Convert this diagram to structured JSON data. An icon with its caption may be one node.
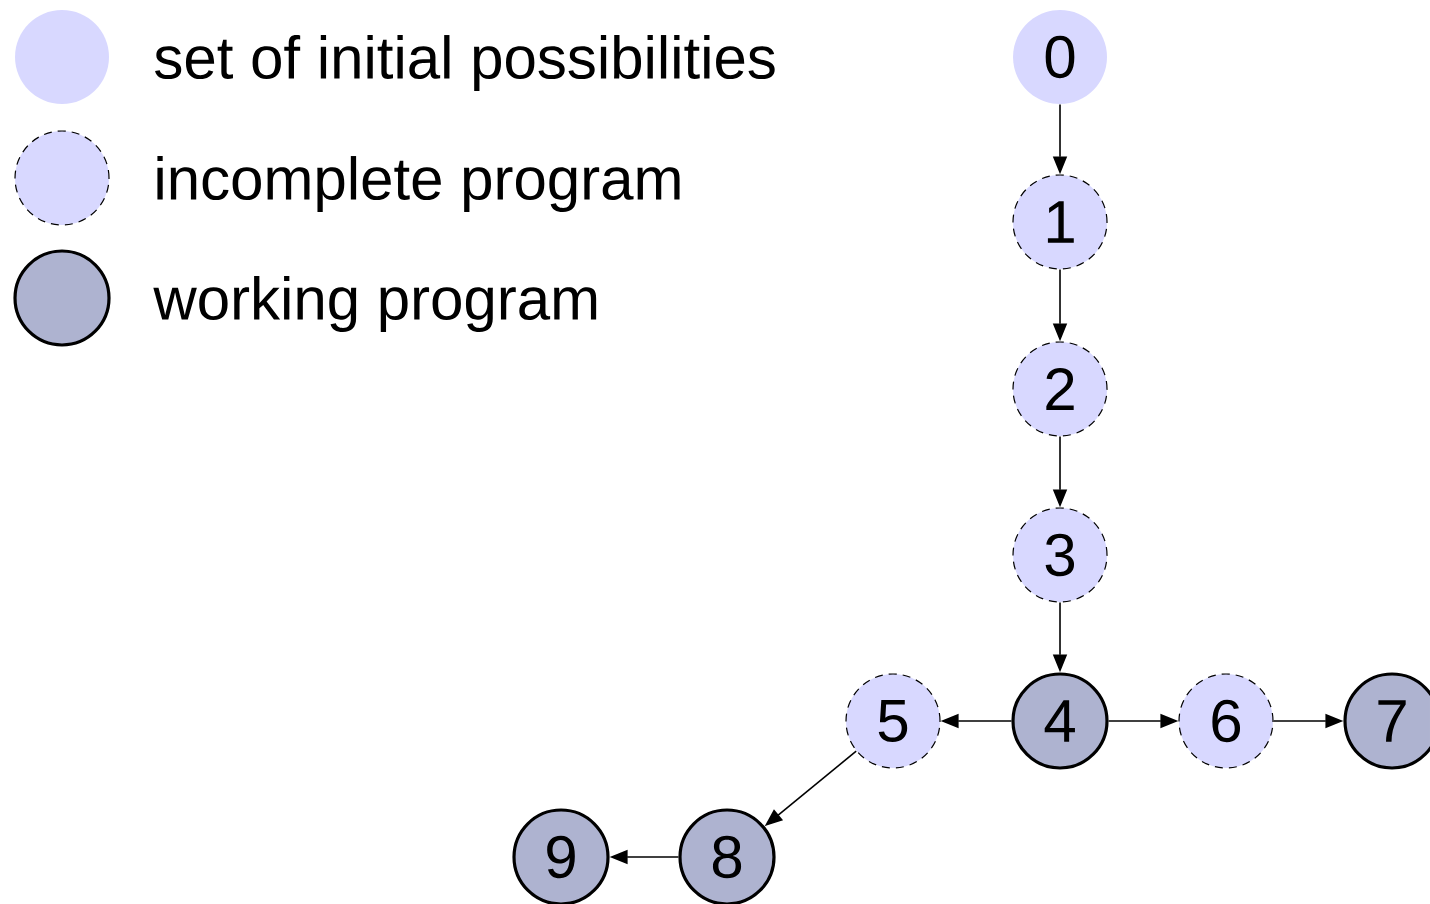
{
  "diagram": {
    "nodes": [
      {
        "text": [
          "0"
        ]
      },
      {
        "text": [
          "1"
        ]
      },
      {
        "text": [
          "2"
        ]
      },
      {
        "text": [
          "3"
        ]
      },
      {
        "text": [
          "4"
        ]
      },
      {
        "text": [
          "5"
        ]
      },
      {
        "text": [
          "6"
        ]
      },
      {
        "text": [
          "7"
        ]
      },
      {
        "text": [
          "8"
        ]
      },
      {
        "text": [
          "9"
        ]
      }
    ],
    "edges": [
      {
        "from": 0,
        "to": 1,
        "arrow": "to"
      },
      {
        "from": 1,
        "to": 2,
        "arrow": "to"
      },
      {
        "from": 2,
        "to": 3,
        "arrow": "to"
      },
      {
        "from": 3,
        "to": 4,
        "arrow": "to"
      },
      {
        "from": 4,
        "to": 5,
        "arrow": "to"
      },
      {
        "from": 4,
        "to": 6,
        "arrow": "to"
      },
      {
        "from": 6,
        "to": 7,
        "arrow": "to"
      },
      {
        "from": 5,
        "to": 8,
        "arrow": "to"
      },
      {
        "from": 8,
        "to": 9,
        "arrow": "to"
      }
    ],
    "legend": [
      {
        "text": "set of initial possibilities",
        "color": "#d8d8ff"
      },
      {
        "text": "incomplete program",
        "color": "#d8d8ff"
      },
      {
        "text": "working program",
        "color": "#aeb3d0"
      }
    ]
  }
}
